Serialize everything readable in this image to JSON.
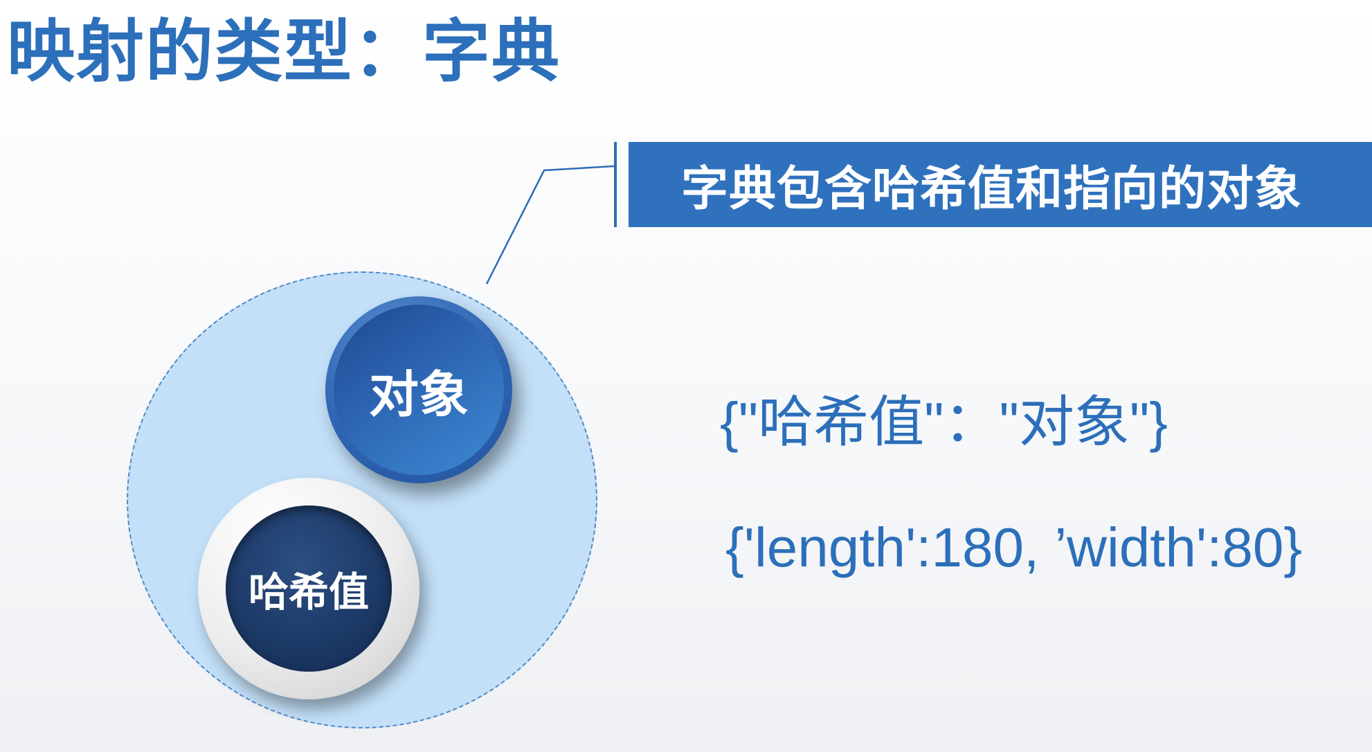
{
  "title": "映射的类型：字典",
  "callout": {
    "text": "字典包含哈希值和指向的对象"
  },
  "diagram": {
    "object_label": "对象",
    "hash_label": "哈希值"
  },
  "examples": [
    "{\"哈希值\"：\"对象\"}",
    "{'length':180, ’width':80}"
  ],
  "colors": {
    "accent": "#2c6fba",
    "callout_bg": "#2f71bd",
    "dict_circle": "#c3e0f8",
    "hash_node": "#1c3865"
  }
}
